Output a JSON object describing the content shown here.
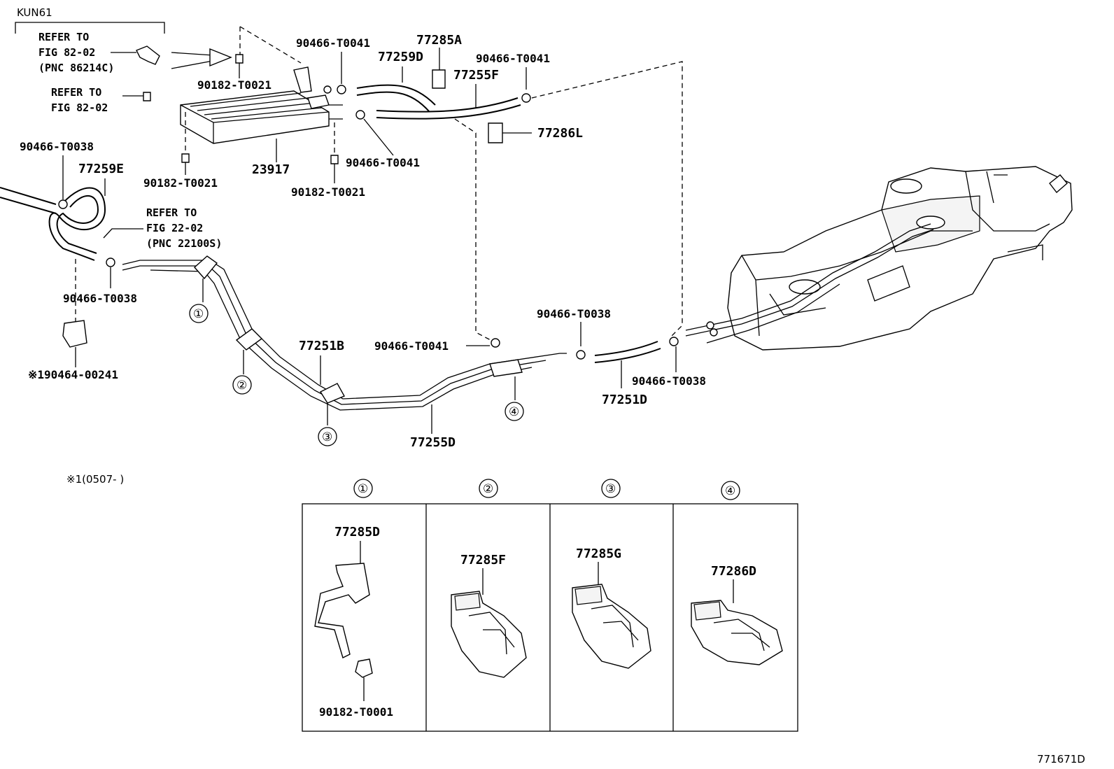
{
  "model_code": "KUN61",
  "figure_number": "771671D",
  "date_note": "※1(0507-      )",
  "refer_notes": {
    "ref1": [
      "REFER TO",
      "FIG 82-02",
      "(PNC 86214C)"
    ],
    "ref2": [
      "REFER TO",
      "FIG 82-02"
    ],
    "ref3": [
      "REFER TO",
      "FIG 22-02",
      "(PNC 22100S)"
    ]
  },
  "parts": {
    "p90466_T0041_a": "90466-T0041",
    "p77285A": "77285A",
    "p77259D": "77259D",
    "p90466_T0041_b": "90466-T0041",
    "p77255F": "77255F",
    "p90182_T0021_a": "90182-T0021",
    "p77286L": "77286L",
    "p90466_T0038_a": "90466-T0038",
    "p77259E": "77259E",
    "p23917": "23917",
    "p90466_T0041_c": "90466-T0041",
    "p90182_T0021_b": "90182-T0021",
    "p90182_T0021_c": "90182-T0021",
    "p90466_T0038_b": "90466-T0038",
    "p90464_00241": "※190464-00241",
    "p77251B": "77251B",
    "p90466_T0041_d": "90466-T0041",
    "p90466_T0038_c": "90466-T0038",
    "p90466_T0038_d": "90466-T0038",
    "p77251D": "77251D",
    "p77255D": "77255D"
  },
  "circles": {
    "c1": "①",
    "c2": "②",
    "c3": "③",
    "c4": "④"
  },
  "detail_panels": [
    {
      "label": "①",
      "part": "77285D",
      "sub_part": "90182-T0001"
    },
    {
      "label": "②",
      "part": "77285F"
    },
    {
      "label": "③",
      "part": "77285G"
    },
    {
      "label": "④",
      "part": "77286D"
    }
  ]
}
